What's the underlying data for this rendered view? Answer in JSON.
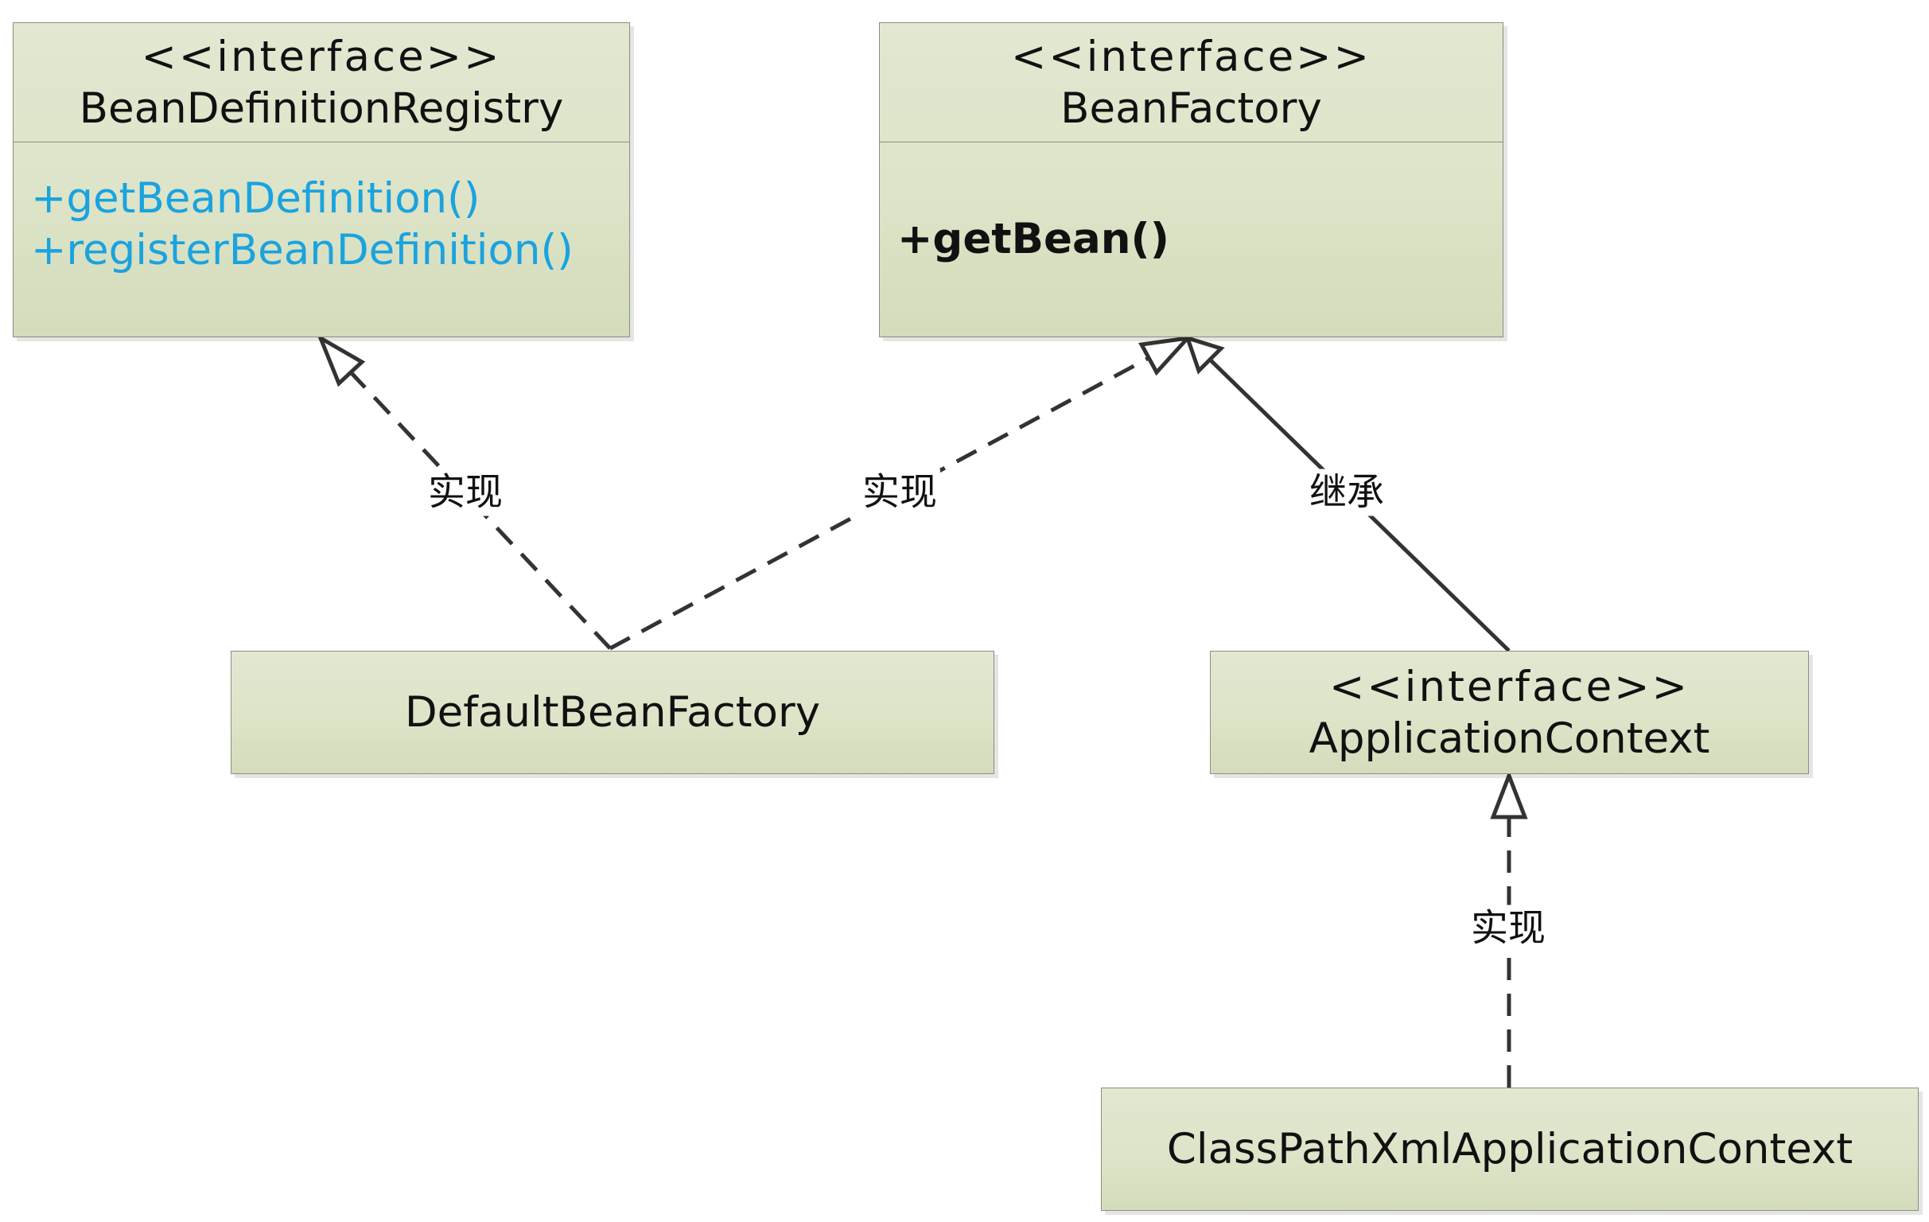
{
  "boxes": {
    "bean_definition_registry": {
      "stereotype": "<<interface>>",
      "name": "BeanDefinitionRegistry",
      "methods": [
        "+getBeanDefinition()",
        "+registerBeanDefinition()"
      ]
    },
    "bean_factory": {
      "stereotype": "<<interface>>",
      "name": "BeanFactory",
      "methods": [
        "+getBean()"
      ]
    },
    "default_bean_factory": {
      "name": "DefaultBeanFactory"
    },
    "application_context": {
      "stereotype": "<<interface>>",
      "name": "ApplicationContext"
    },
    "class_path_xml_application_context": {
      "name": "ClassPathXmlApplicationContext"
    }
  },
  "relations": [
    {
      "from": "DefaultBeanFactory",
      "to": "BeanDefinitionRegistry",
      "kind": "realization",
      "label": "实现"
    },
    {
      "from": "DefaultBeanFactory",
      "to": "BeanFactory",
      "kind": "realization",
      "label": "实现"
    },
    {
      "from": "ApplicationContext",
      "to": "BeanFactory",
      "kind": "generalization",
      "label": "继承"
    },
    {
      "from": "ClassPathXmlApplicationContext",
      "to": "ApplicationContext",
      "kind": "realization",
      "label": "实现"
    }
  ],
  "colors": {
    "box_fill": "#dde4c8",
    "box_border": "#8a8f80",
    "method_accent": "#1aa3df",
    "line": "#333333"
  }
}
